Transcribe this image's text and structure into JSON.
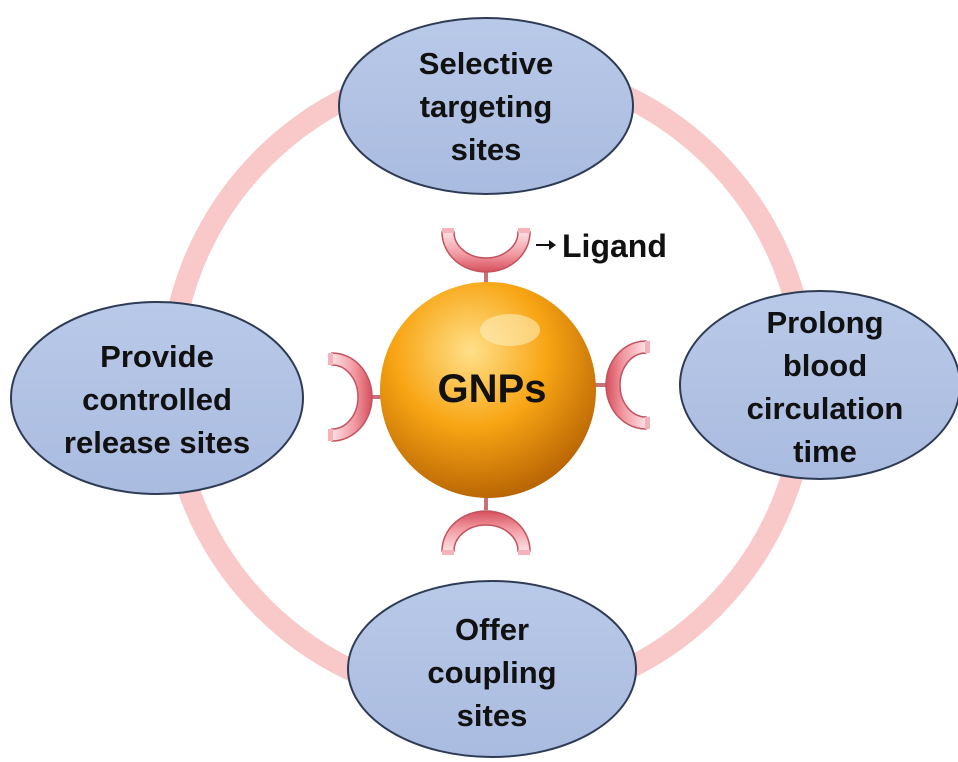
{
  "diagram": {
    "center": {
      "label": "GNPs"
    },
    "ligand_label": "Ligand",
    "nodes": [
      {
        "id": "top",
        "lines": [
          "Selective",
          "targeting",
          "sites"
        ]
      },
      {
        "id": "right",
        "lines": [
          "Prolong",
          "blood",
          "circulation",
          "time"
        ]
      },
      {
        "id": "bottom",
        "lines": [
          "Offer",
          "coupling",
          "sites"
        ]
      },
      {
        "id": "left",
        "lines": [
          "Provide",
          "controlled",
          "release sites"
        ]
      }
    ]
  },
  "colors": {
    "ring": "#f9c8c8",
    "node_fill": "#b2c3e4",
    "node_stroke": "#2e3b55",
    "sphere_light": "#ffd066",
    "sphere_mid": "#f59e0b",
    "sphere_dark": "#b35f00",
    "ligand_light": "#fbd1d6",
    "ligand_dark": "#d9545f"
  }
}
